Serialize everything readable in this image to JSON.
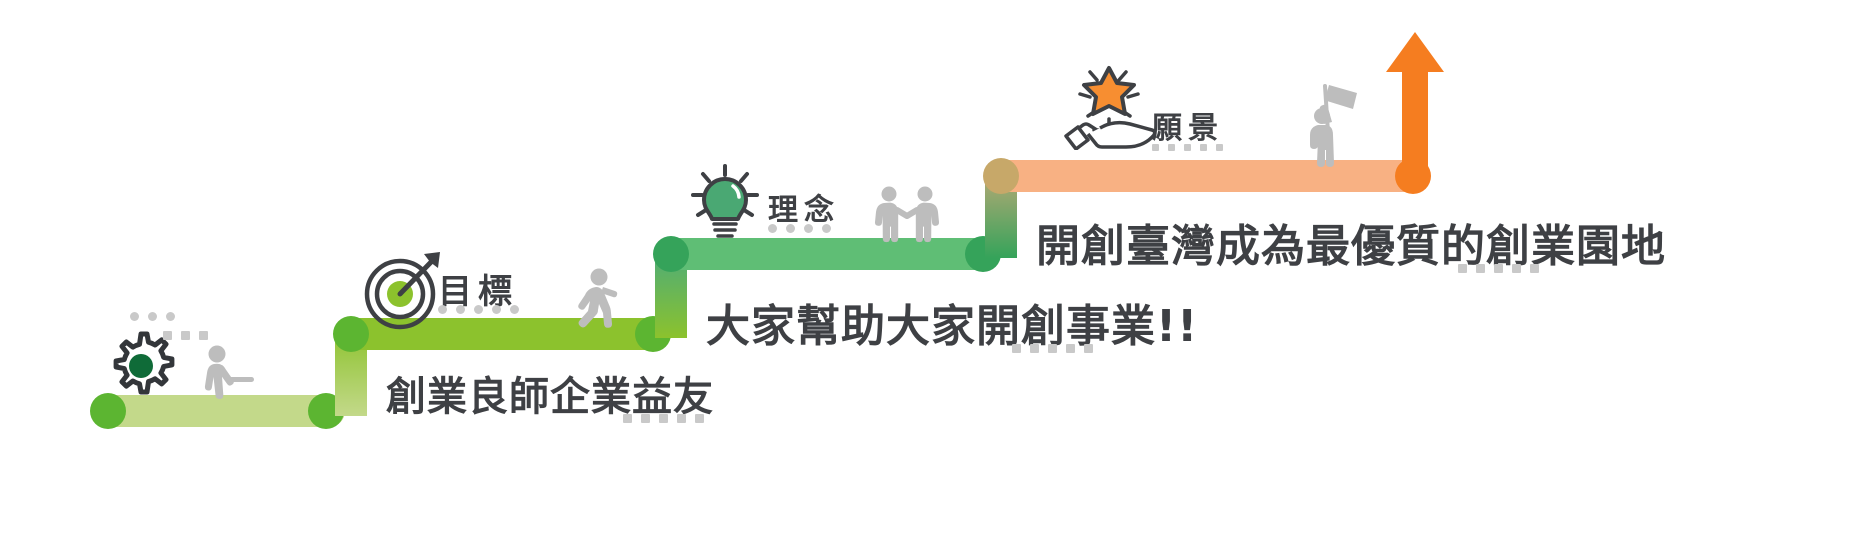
{
  "diagram": {
    "title": "Startup staircase infographic",
    "arrow_color": "#f57d20",
    "steps": [
      {
        "id": "step-1",
        "index": 1,
        "caption": "創業良師企業益友",
        "bar_color": "#c3d98a",
        "cap_color": "#5cb531",
        "badge": null,
        "icon": "gear-icon",
        "figure": "walking-person-icon"
      },
      {
        "id": "step-2",
        "index": 2,
        "caption": "大家幫助大家開創事業!!",
        "bar_color": "#8cc22d",
        "cap_color": "#5cb531",
        "badge": "目標",
        "icon": "target-bullseye-icon",
        "figure": "running-person-icon"
      },
      {
        "id": "step-3",
        "index": 3,
        "caption": "開創臺灣成為最優質的創業園地",
        "bar_color": "#5fbe75",
        "cap_color": "#35a35a",
        "badge": "理念",
        "icon": "lightbulb-icon",
        "figure": "two-people-handshake-icon"
      },
      {
        "id": "step-4",
        "index": 4,
        "caption": "",
        "bar_color": "#f8b183",
        "cap_color": "#f57d20",
        "badge": "願景",
        "icon": "star-in-hand-icon",
        "figure": "flag-person-icon"
      }
    ],
    "palette": {
      "text": "#3e4044",
      "gray_figure": "#bdbdbd",
      "dot_gray": "#c9c9c9",
      "gear_dark": "#33363a",
      "gear_center_green": "#0f6b38",
      "target_dark": "#3e4044",
      "target_center_green": "#8cc22d",
      "bulb_green": "#4aa873",
      "star_orange": "#f78e31",
      "arrow_orange": "#f57d20"
    }
  }
}
